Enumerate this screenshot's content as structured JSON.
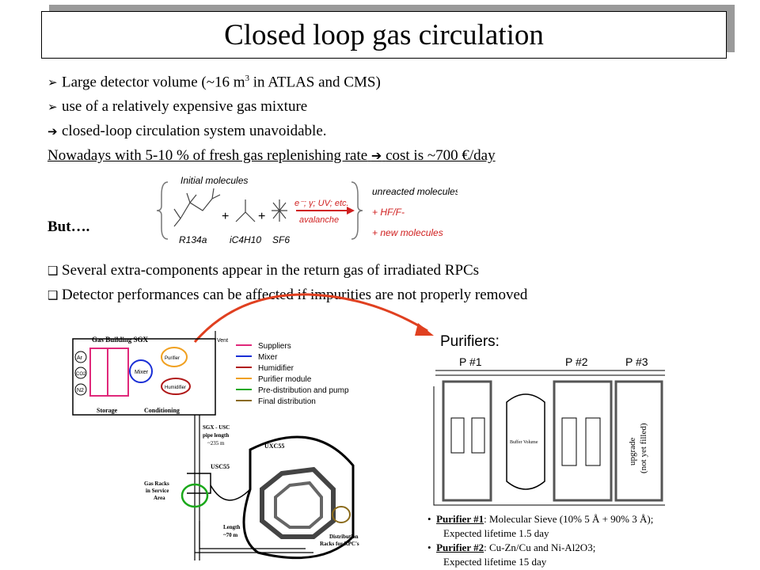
{
  "title": "Closed loop gas circulation",
  "bullets_top": [
    {
      "pre": "Large detector volume  (~16 m",
      "sup": "3",
      "post": " in ATLAS and CMS)"
    },
    {
      "text": "use of a relatively expensive gas mixture"
    },
    {
      "text": "closed-loop circulation system unavoidable."
    }
  ],
  "replenish_line": "Nowadays with 5-10 % of fresh gas replenishing rate",
  "replenish_cost": "cost is ~700 €/day",
  "but_label": "But….",
  "bullets_bottom": [
    "Several extra-components appear in the return gas of irradiated RPCs",
    "Detector performances can be affected if impurities are not properly removed"
  ],
  "molecules": {
    "header": "Initial molecules",
    "r134a": "R134a",
    "ic4h10": "iC4H10",
    "sf6": "SF6",
    "arrow_top": "e⁻; γ; UV; etc.",
    "arrow_bottom": "avalanche",
    "out1": "unreacted molecules",
    "out2": "+ HF/F-",
    "out3": "+ new molecules"
  },
  "schematic": {
    "gas_building": "Gas Building SGX",
    "vent": "Vent",
    "ar": "Ar",
    "co2": "CO2",
    "n2": "N2",
    "mixer": "Mixer",
    "purifier": "Purifier",
    "humidifier": "Humidifier",
    "storage": "Storage",
    "conditioning": "Conditioning",
    "pipe1": "SGX - USC",
    "pipe2": "pipe length",
    "pipe3": "~235  m",
    "usc55": "USC55",
    "uxc55": "UXC55",
    "racks1": "Gas Racks",
    "racks2": "in Service",
    "racks3": "Area",
    "len1": "Length",
    "len2": "~70 m",
    "dist1": "Distribution",
    "dist2": "Racks  for RPC's"
  },
  "legend": [
    {
      "label": "Suppliers",
      "color": "#e0287a"
    },
    {
      "label": "Mixer",
      "color": "#1a2fd6"
    },
    {
      "label": "Humidifier",
      "color": "#b01818"
    },
    {
      "label": "Purifier module",
      "color": "#f0a020"
    },
    {
      "label": "Pre-distribution and pump",
      "color": "#1aa81a"
    },
    {
      "label": "Final distribution",
      "color": "#8a6a1a"
    }
  ],
  "purifiers_label": "Purifiers:",
  "purifier_panel": {
    "p1": "P #1",
    "p2": "P #2",
    "p3": "P #3",
    "buffer": "Buffer Volume",
    "upgrade1": "upgrade",
    "upgrade2": "(not yet filled)",
    "notes": [
      {
        "bold": "Purifier #1",
        "rest": ": Molecular Sieve (10% 5 Å + 90% 3 Å);"
      },
      {
        "plain": "Expected lifetime 1.5 day"
      },
      {
        "bold": "Purifier #2",
        "rest": ": Cu-Zn/Cu and Ni-Al2O3;"
      },
      {
        "plain": "Expected lifetime 15 day"
      }
    ]
  },
  "colors": {
    "arrow": "#e04020",
    "gray_shadow": "#9a9a9a"
  }
}
